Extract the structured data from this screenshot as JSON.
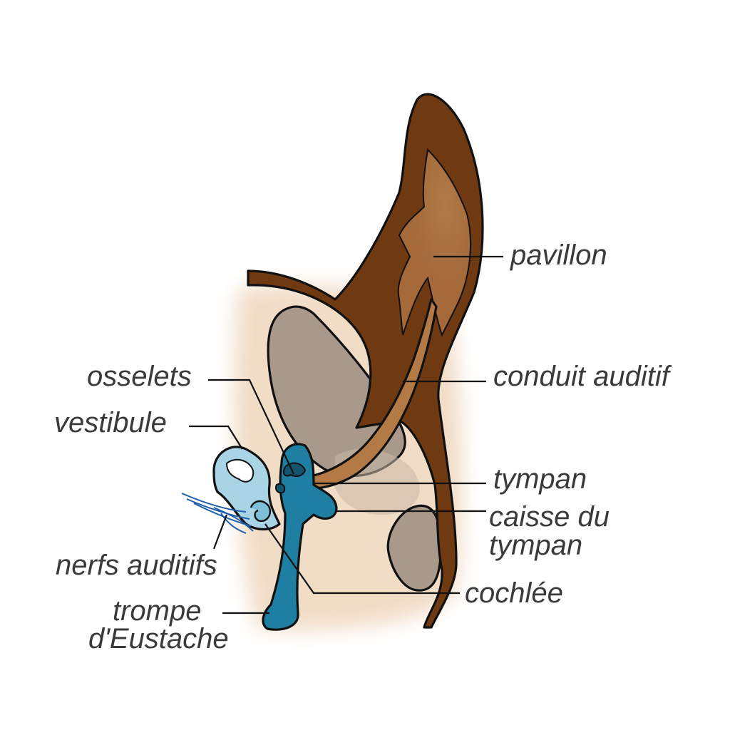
{
  "colors": {
    "background": "#ffffff",
    "skin": "#f1dcc6",
    "bone": "#a9998a",
    "pinna": "#6f3a12",
    "pinna_light": "#a8703f",
    "canal": "#b47a46",
    "inner_ear": "#1f7fa3",
    "vestibule_light": "#a9d4e6",
    "nerve": "#1f5ea8",
    "label": "#3a3a3a"
  },
  "labels": {
    "pavillon": "pavillon",
    "conduit_auditif": "conduit auditif",
    "osselets": "osselets",
    "vestibule": "vestibule",
    "tympan": "tympan",
    "caisse_du_tympan_1": "caisse du",
    "caisse_du_tympan_2": "tympan",
    "nerfs_auditifs": "nerfs auditifs",
    "cochlee": "cochlée",
    "trompe_1": "trompe",
    "trompe_2": "d'Eustache"
  }
}
